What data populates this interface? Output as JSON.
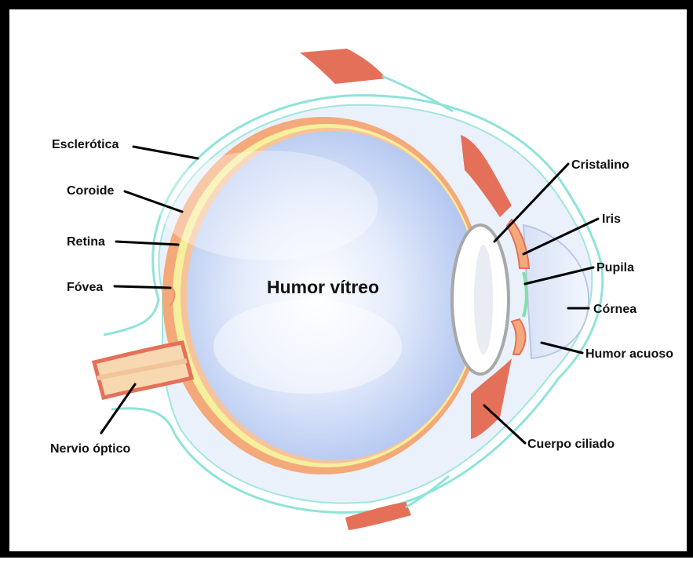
{
  "labels": {
    "esclerotica": "Esclerótica",
    "coroide": "Coroide",
    "retina": "Retina",
    "fovea": "Fóvea",
    "nervio_optico": "Nervio óptico",
    "humor_vitreo": "Humor vítreo",
    "cristalino": "Cristalino",
    "iris": "Iris",
    "pupila": "Pupila",
    "cornea": "Córnea",
    "humor_acuoso": "Humor acuoso",
    "cuerpo_ciliado": "Cuerpo ciliado"
  },
  "colors": {
    "frame": "#000000",
    "sclera_outline": "#7fe0d4",
    "muscle": "#e5705a",
    "choroid": "#f4a97a",
    "retina": "#f6ef9c",
    "vitreous": "#c6d6f5",
    "lens": "#ffffff"
  }
}
